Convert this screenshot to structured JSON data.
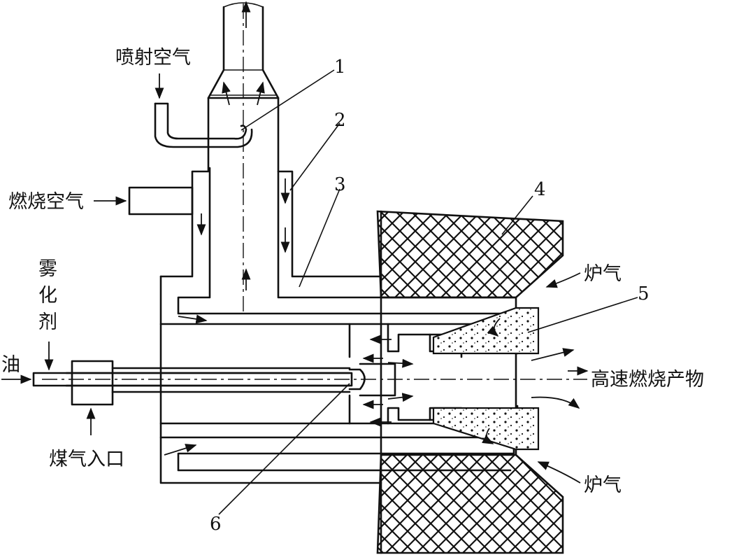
{
  "labels": {
    "spray_air": "喷射空气",
    "combustion_air": "燃烧空气",
    "atomizer_line1": "雾",
    "atomizer_line2": "化",
    "atomizer_line3": "剂",
    "oil": "油",
    "gas_inlet": "煤气入口",
    "furnace_gas_top": "炉气",
    "furnace_gas_bottom": "炉气",
    "high_speed_products": "高速燃烧产物"
  },
  "part_numbers": [
    "1",
    "2",
    "3",
    "4",
    "5",
    "6"
  ],
  "colors": {
    "ink": "#111111",
    "paper": "#ffffff"
  }
}
